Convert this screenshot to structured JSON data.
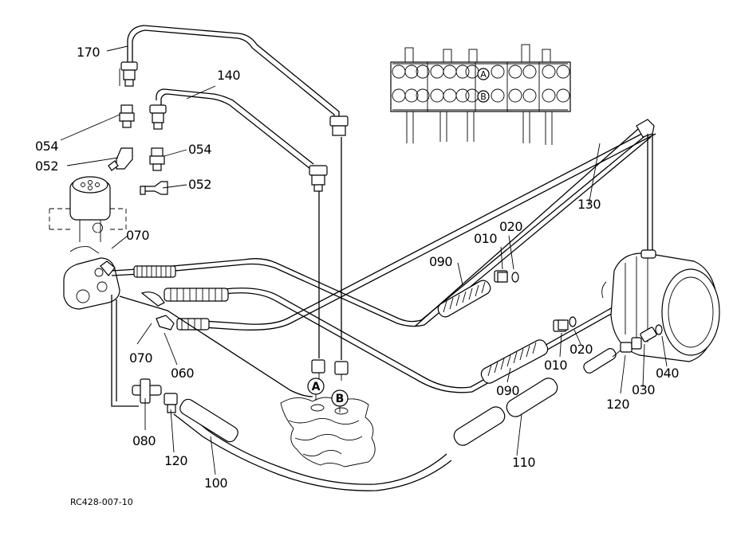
{
  "drawing_code": "RC428-007-10",
  "callouts": {
    "p170": "170",
    "p140": "140",
    "p054a": "054",
    "p052a": "052",
    "p054b": "054",
    "p052b": "052",
    "p070a": "070",
    "p070b": "070",
    "p060": "060",
    "p080": "080",
    "p120a": "120",
    "p100": "100",
    "p090a": "090",
    "p010a": "010",
    "p020a": "020",
    "p130": "130",
    "p090b": "090",
    "p010b": "010",
    "p020b": "020",
    "p110": "110",
    "p120b": "120",
    "p030": "030",
    "p040": "040"
  },
  "ports": {
    "a": "A",
    "b": "B",
    "valve_a": "A",
    "valve_b": "B"
  }
}
